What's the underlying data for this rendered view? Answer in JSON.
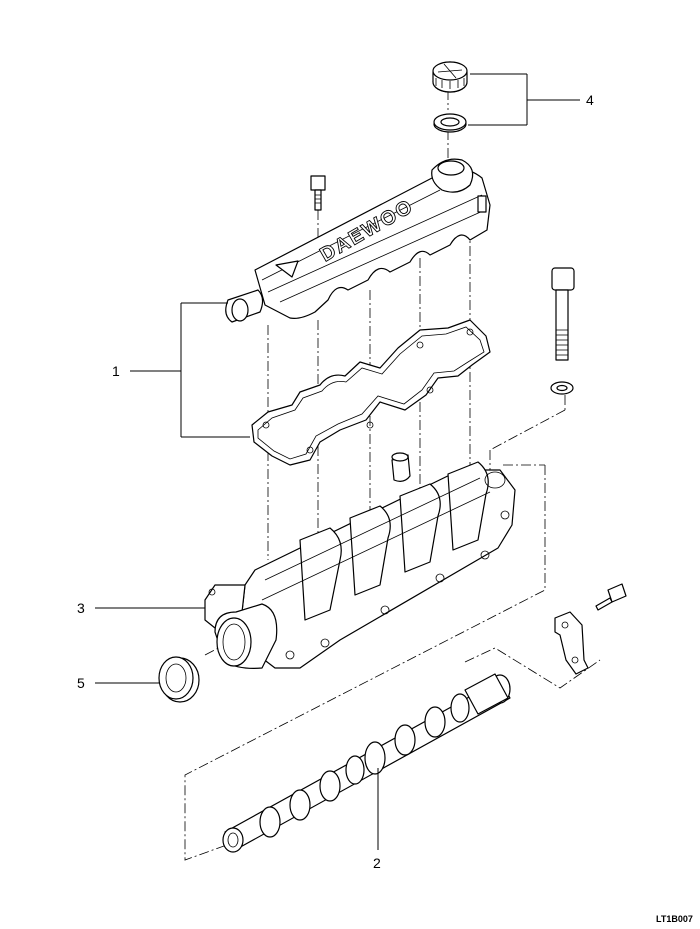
{
  "diagram": {
    "callouts": [
      {
        "id": "1",
        "text": "1"
      },
      {
        "id": "2",
        "text": "2"
      },
      {
        "id": "3",
        "text": "3"
      },
      {
        "id": "4",
        "text": "4"
      },
      {
        "id": "5",
        "text": "5"
      }
    ],
    "cover_logo_text": "DAEWOO",
    "figure_code": "LT1B007"
  }
}
